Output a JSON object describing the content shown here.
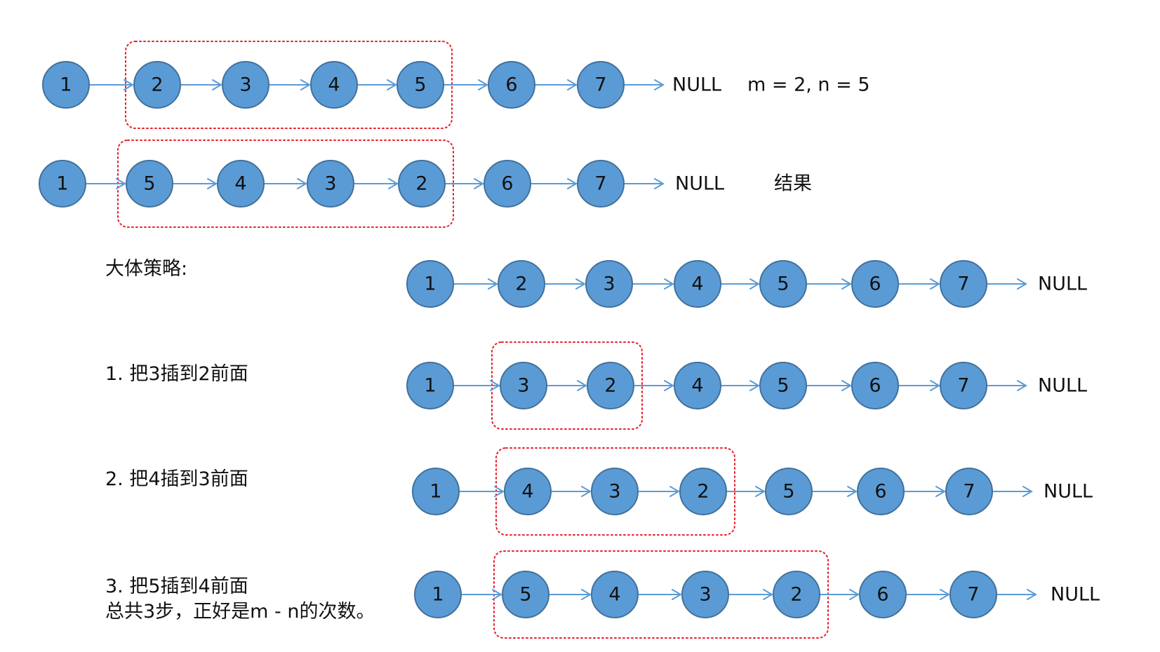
{
  "null_label": "NULL",
  "rows": [
    {
      "nodes": [
        "1",
        "2",
        "3",
        "4",
        "5",
        "6",
        "7"
      ],
      "highlight": [
        1,
        4
      ],
      "note": "m = 2, n = 5"
    },
    {
      "nodes": [
        "1",
        "5",
        "4",
        "3",
        "2",
        "6",
        "7"
      ],
      "highlight": [
        1,
        4
      ],
      "note": "结果"
    },
    {
      "nodes": [
        "1",
        "2",
        "3",
        "4",
        "5",
        "6",
        "7"
      ],
      "highlight": null,
      "caption": "大体策略:"
    },
    {
      "nodes": [
        "1",
        "3",
        "2",
        "4",
        "5",
        "6",
        "7"
      ],
      "highlight": [
        1,
        2
      ],
      "caption": "1. 把3插到2前面"
    },
    {
      "nodes": [
        "1",
        "4",
        "3",
        "2",
        "5",
        "6",
        "7"
      ],
      "highlight": [
        1,
        3
      ],
      "caption": "2. 把4插到3前面"
    },
    {
      "nodes": [
        "1",
        "5",
        "4",
        "3",
        "2",
        "6",
        "7"
      ],
      "highlight": [
        1,
        4
      ],
      "caption": "3. 把5插到4前面",
      "caption2": "总共3步，正好是m - n的次数。"
    }
  ]
}
